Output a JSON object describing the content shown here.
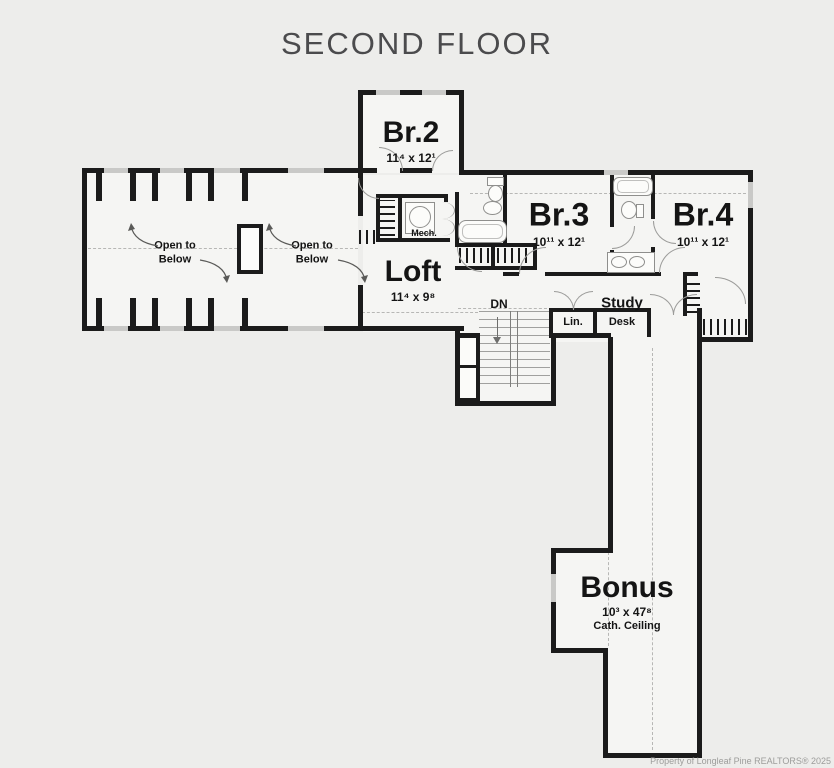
{
  "title": "SECOND FLOOR",
  "watermark": "Property of Longleaf Pine REALTORS®  2025",
  "colors": {
    "background": "#ededeb",
    "wall": "#1b1b1b",
    "floor": "#f5f5f3",
    "window_marker": "#c9c9c7",
    "dashed_line": "#b7b7b5",
    "title_text": "#4b4b4d"
  },
  "rooms": {
    "br2": {
      "label": "Br.2",
      "dims": "11⁴ x 12¹"
    },
    "br3": {
      "label": "Br.3",
      "dims": "10¹¹ x 12¹"
    },
    "br4": {
      "label": "Br.4",
      "dims": "10¹¹ x 12¹"
    },
    "loft": {
      "label": "Loft",
      "dims": "11⁴ x 9⁸"
    },
    "bonus": {
      "label": "Bonus",
      "dims": "10³ x 47⁸",
      "note": "Cath. Ceiling"
    },
    "study": {
      "label": "Study"
    },
    "linen": {
      "label": "Lin."
    },
    "desk": {
      "label": "Desk"
    },
    "mech": {
      "label": "Mech."
    }
  },
  "annotations": {
    "open_to_below_left": "Open to\nBelow",
    "open_to_below_right": "Open to\nBelow",
    "stairs_down": "DN"
  }
}
